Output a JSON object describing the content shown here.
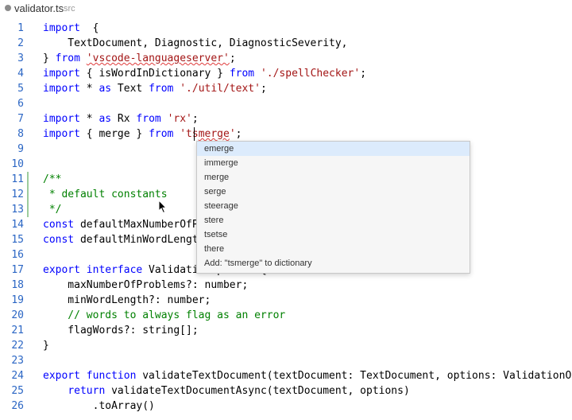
{
  "tab": {
    "file_name": "validator.ts",
    "dir": "src",
    "icon": "file-icon"
  },
  "lines": [
    {
      "n": "1",
      "parts": [
        [
          "kw",
          "import"
        ],
        [
          "",
          "  {"
        ]
      ]
    },
    {
      "n": "2",
      "parts": [
        [
          "",
          "    TextDocument, Diagnostic, DiagnosticSeverity,"
        ]
      ]
    },
    {
      "n": "3",
      "parts": [
        [
          "",
          "} "
        ],
        [
          "kw",
          "from"
        ],
        [
          "",
          " "
        ],
        [
          "str sq",
          "'vscode-languageserver'"
        ],
        [
          "",
          ";"
        ]
      ]
    },
    {
      "n": "4",
      "parts": [
        [
          "kw",
          "import"
        ],
        [
          "",
          " { isWordInDictionary } "
        ],
        [
          "kw",
          "from"
        ],
        [
          "",
          " "
        ],
        [
          "str",
          "'./spellChecker'"
        ],
        [
          "",
          ";"
        ]
      ]
    },
    {
      "n": "5",
      "parts": [
        [
          "kw",
          "import"
        ],
        [
          "",
          " * "
        ],
        [
          "kw",
          "as"
        ],
        [
          "",
          " Text "
        ],
        [
          "kw",
          "from"
        ],
        [
          "",
          " "
        ],
        [
          "str",
          "'./util/text'"
        ],
        [
          "",
          ";"
        ]
      ]
    },
    {
      "n": "6",
      "parts": []
    },
    {
      "n": "7",
      "parts": [
        [
          "kw",
          "import"
        ],
        [
          "",
          " * "
        ],
        [
          "kw",
          "as"
        ],
        [
          "",
          " Rx "
        ],
        [
          "kw",
          "from"
        ],
        [
          "",
          " "
        ],
        [
          "str",
          "'rx'"
        ],
        [
          "",
          ";"
        ]
      ]
    },
    {
      "n": "8",
      "parts": [
        [
          "kw",
          "import"
        ],
        [
          "",
          " { merge } "
        ],
        [
          "kw",
          "from"
        ],
        [
          "",
          " "
        ],
        [
          "str",
          "'ts"
        ],
        [
          "str sq",
          "merge"
        ],
        [
          "str",
          "'"
        ],
        [
          "",
          ";"
        ]
      ]
    },
    {
      "n": "9",
      "parts": []
    },
    {
      "n": "10",
      "parts": []
    },
    {
      "n": "11",
      "parts": [
        [
          "cmt",
          "/**"
        ]
      ]
    },
    {
      "n": "12",
      "parts": [
        [
          "cmt",
          " * default constants"
        ]
      ]
    },
    {
      "n": "13",
      "parts": [
        [
          "cmt",
          " */"
        ]
      ]
    },
    {
      "n": "14",
      "parts": [
        [
          "kw",
          "const"
        ],
        [
          "",
          " defaultMaxNumberOfPr"
        ]
      ]
    },
    {
      "n": "15",
      "parts": [
        [
          "kw",
          "const"
        ],
        [
          "",
          " defaultMinWordLength"
        ]
      ]
    },
    {
      "n": "16",
      "parts": []
    },
    {
      "n": "17",
      "parts": [
        [
          "kw",
          "export interface"
        ],
        [
          "",
          " Validationoptions {"
        ]
      ]
    },
    {
      "n": "18",
      "parts": [
        [
          "",
          "    maxNumberOfProblems?: number;"
        ]
      ]
    },
    {
      "n": "19",
      "parts": [
        [
          "",
          "    minWordLength?: number;"
        ]
      ]
    },
    {
      "n": "20",
      "parts": [
        [
          "cmt",
          "    // words to always flag as an error"
        ]
      ]
    },
    {
      "n": "21",
      "parts": [
        [
          "",
          "    flagWords?: string[];"
        ]
      ]
    },
    {
      "n": "22",
      "parts": [
        [
          "",
          "}"
        ]
      ]
    },
    {
      "n": "23",
      "parts": []
    },
    {
      "n": "24",
      "parts": [
        [
          "kw",
          "export function"
        ],
        [
          "",
          " validateTextDocument(textDocument: TextDocument, options: ValidationOpti"
        ]
      ]
    },
    {
      "n": "25",
      "parts": [
        [
          "",
          "    "
        ],
        [
          "kw",
          "return"
        ],
        [
          "",
          " validateTextDocumentAsync(textDocument, options)"
        ]
      ]
    },
    {
      "n": "26",
      "parts": [
        [
          "",
          "        .toArray()"
        ]
      ]
    }
  ],
  "suggestions": [
    {
      "label": "emerge",
      "selected": true
    },
    {
      "label": "immerge",
      "selected": false
    },
    {
      "label": "merge",
      "selected": false
    },
    {
      "label": "serge",
      "selected": false
    },
    {
      "label": "steerage",
      "selected": false
    },
    {
      "label": "stere",
      "selected": false
    },
    {
      "label": "tsetse",
      "selected": false
    },
    {
      "label": "there",
      "selected": false
    },
    {
      "label": "Add: \"tsmerge\" to dictionary",
      "selected": false
    }
  ],
  "colors": {
    "keyword": "#0000ff",
    "string": "#a31515",
    "comment": "#008000",
    "line_number": "#2b66c4",
    "selection": "#dcebfc"
  }
}
